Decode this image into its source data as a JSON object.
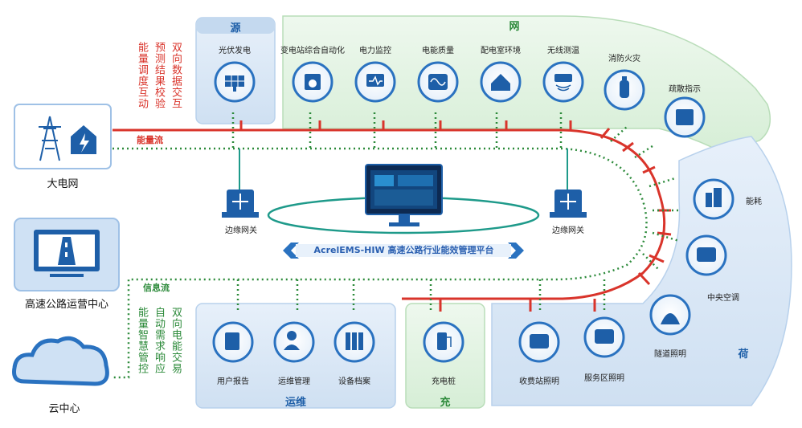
{
  "sections": {
    "source": "源",
    "grid": "网",
    "load": "荷",
    "ops": "运维",
    "charge": "充"
  },
  "left": {
    "grid_label": "大电网",
    "center_label": "高速公路运营中心",
    "cloud_label": "云中心",
    "energy_flow": "能量流",
    "info_flow": "信息流",
    "top_cols": [
      "能量调度互动",
      "预测结果校验",
      "双向数据交互"
    ],
    "bottom_cols": [
      "能量智慧管控",
      "自动需求响应",
      "双向电能交易"
    ]
  },
  "platform": {
    "title": "AcrelEMS-HIW 高速公路行业能效管理平台",
    "gateway_left": "边缘网关",
    "gateway_right": "边缘网关"
  },
  "items": {
    "pv": "光伏发电",
    "substation": "变电站综合自动化",
    "power_monitor": "电力监控",
    "power_quality": "电能质量",
    "room_env": "配电室环境",
    "wireless_temp": "无线测温",
    "fire": "消防火灾",
    "evac": "疏散指示",
    "energy": "能耗",
    "ac": "中央空调",
    "tunnel": "隧道照明",
    "service_area": "服务区照明",
    "toll": "收费站照明",
    "charger": "充电桩",
    "report": "用户报告",
    "ops_mgmt": "运维管理",
    "archive": "设备档案"
  },
  "colors": {
    "red_line": "#d9342b",
    "green_dot": "#2c8a3a",
    "blue_panel": "#dbe8f6",
    "green_panel": "#e4f3e4",
    "ring": "#1e9a8a"
  }
}
